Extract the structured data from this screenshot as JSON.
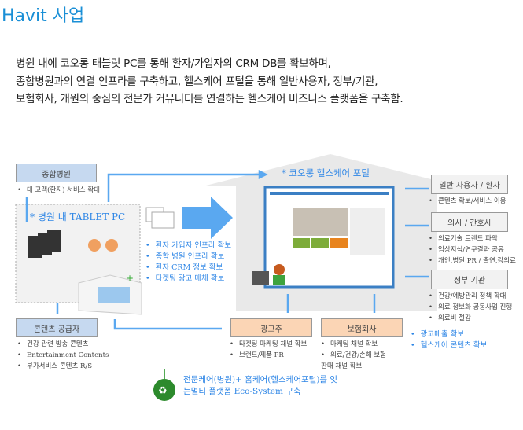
{
  "title": "Havit 사업",
  "intro": [
    "병원 내에 코오롱 태블릿 PC를 통해 환자/가입자의 CRM DB를 확보하며,",
    "종합병원과의 연결 인프라를 구축하고, 헬스케어 포털을 통해 일반사용자, 정부/기관,",
    "보험회사, 개원의 중심의 전문가 커뮤니티를 연결하는 헬스케어 비즈니스 플랫폼을 구축함."
  ],
  "hospital": {
    "label": "종합병원",
    "bullets": [
      "대 고객(환자) 서비스 확대"
    ]
  },
  "tablet": {
    "label": "* 병원 내 TABLET PC"
  },
  "benefits": [
    "환자 가입자 인프라 확보",
    "종합 병원 인프라 확보",
    "환자 CRM 정보 확보",
    "타겟팅 광고 매체 확보"
  ],
  "portal": {
    "label": "* 코오롱 헬스케어 포털"
  },
  "users": {
    "label": "일반 사용자 / 환자",
    "bullets": [
      "콘텐츠 확보/서비스 이용"
    ]
  },
  "doctors": {
    "label": "의사 / 간호사",
    "bullets": [
      "의료기술 트렌드 파악",
      "임상지식/연구결과 공유",
      "개인,병원 PR / 출연,강의료"
    ]
  },
  "gov": {
    "label": "정부 기관",
    "bullets": [
      "건강/예방관리 정책 확대",
      "의료 정보화 공동사업 진행",
      "의료비 절감"
    ]
  },
  "content": {
    "label": "콘텐츠 공급자",
    "bullets": [
      "건강 관련 방송 콘텐츠",
      "Entertainment Contents",
      "부가서비스 콘텐츠 R/S"
    ]
  },
  "advertiser": {
    "label": "광고주",
    "bullets": [
      "타겟팅 마케팅 채널 확보",
      "브랜드/제품 PR"
    ]
  },
  "insurance": {
    "label": "보험회사",
    "bullets": [
      "마케팅 채널 확보",
      "의료/건강/손해 보험 판매 채널 확보"
    ]
  },
  "revenue": [
    "광고매출 확보",
    "헬스케어 콘텐츠 확보"
  ],
  "eco": [
    "전문케어(병원)+ 홈케어(헬스케어포털)를 잇",
    "는멀티 플랫폼 Eco-System 구축"
  ],
  "colors": {
    "accent": "#2e86e6",
    "title": "#1a8fd6"
  }
}
